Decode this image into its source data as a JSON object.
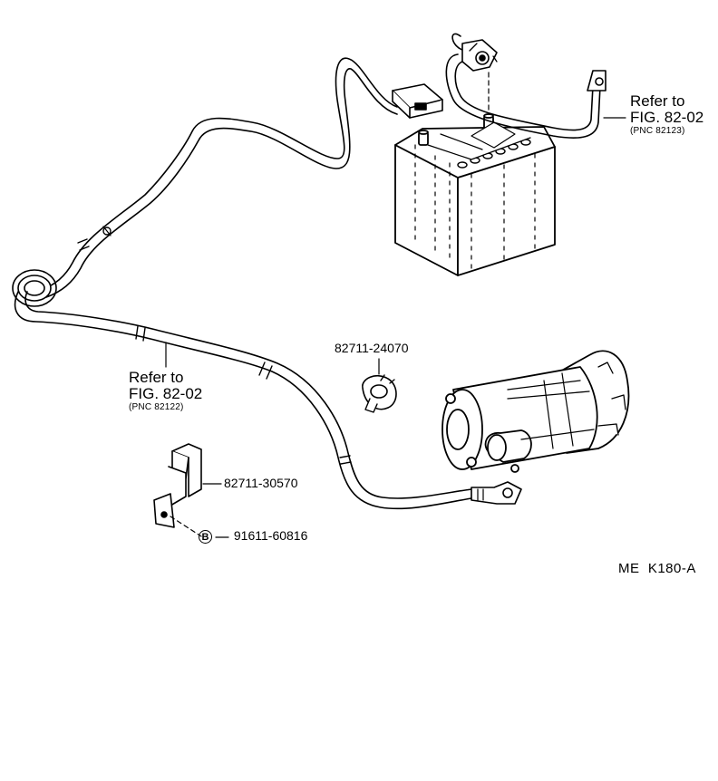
{
  "refs": [
    {
      "line1": "Refer to",
      "line2": "FIG. 82-02",
      "pnc": "(PNC 82123)"
    },
    {
      "line1": "Refer to",
      "line2": "FIG. 82-02",
      "pnc": "(PNC 82122)"
    }
  ],
  "parts": {
    "grommet": "82711-24070",
    "clamp": "82711-30570",
    "bolt_symbol": "B",
    "bolt": "91611-60816"
  },
  "code": "ME  K180-A"
}
